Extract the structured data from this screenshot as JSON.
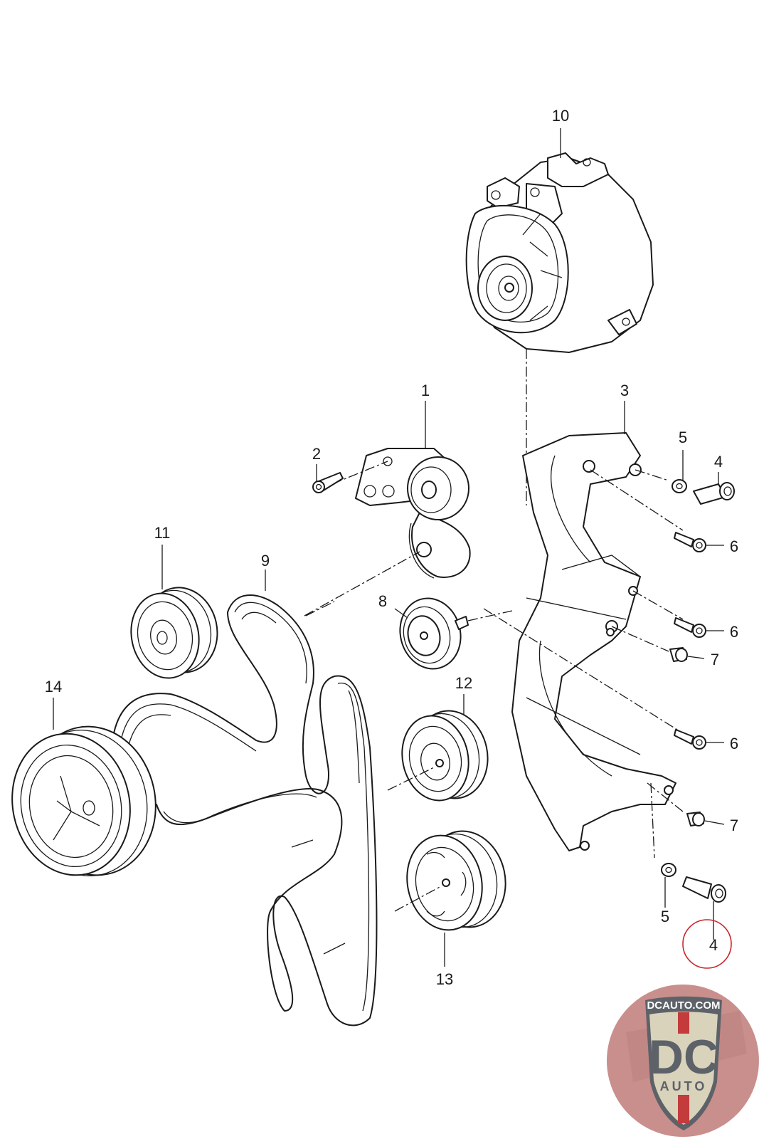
{
  "diagram": {
    "title": "Accessory drive belt, tensioner and alternator bracket — exploded parts view",
    "callouts": [
      {
        "id": "callout-10",
        "number": "10",
        "part": "alternator"
      },
      {
        "id": "callout-1",
        "number": "1",
        "part": "belt-tensioner"
      },
      {
        "id": "callout-2",
        "number": "2",
        "part": "tensioner-bolt"
      },
      {
        "id": "callout-3",
        "number": "3",
        "part": "alternator-bracket"
      },
      {
        "id": "callout-5a",
        "number": "5",
        "part": "washer"
      },
      {
        "id": "callout-4a",
        "number": "4",
        "part": "shoulder-bolt"
      },
      {
        "id": "callout-6a",
        "number": "6",
        "part": "bracket-bolt"
      },
      {
        "id": "callout-11",
        "number": "11",
        "part": "pulley"
      },
      {
        "id": "callout-9",
        "number": "9",
        "part": "drive-belt"
      },
      {
        "id": "callout-8",
        "number": "8",
        "part": "idler-pulley"
      },
      {
        "id": "callout-6b",
        "number": "6",
        "part": "bracket-bolt"
      },
      {
        "id": "callout-7a",
        "number": "7",
        "part": "sleeve"
      },
      {
        "id": "callout-14",
        "number": "14",
        "part": "crankshaft-pulley"
      },
      {
        "id": "callout-12",
        "number": "12",
        "part": "pulley"
      },
      {
        "id": "callout-6c",
        "number": "6",
        "part": "bracket-bolt"
      },
      {
        "id": "callout-7b",
        "number": "7",
        "part": "sleeve"
      },
      {
        "id": "callout-5b",
        "number": "5",
        "part": "washer"
      },
      {
        "id": "callout-4b",
        "number": "4",
        "part": "shoulder-bolt",
        "highlighted": true
      },
      {
        "id": "callout-13",
        "number": "13",
        "part": "pulley"
      }
    ],
    "highlight_color": "#c8262b"
  },
  "watermark": {
    "site": "DCAUTO.COM",
    "monogram": "DC",
    "subtitle": "AUTO",
    "colors": {
      "circle": "#c98f8c",
      "shield": "#d9d3bc",
      "letters": "#5d6268",
      "stripe": "#c33b3b"
    }
  }
}
